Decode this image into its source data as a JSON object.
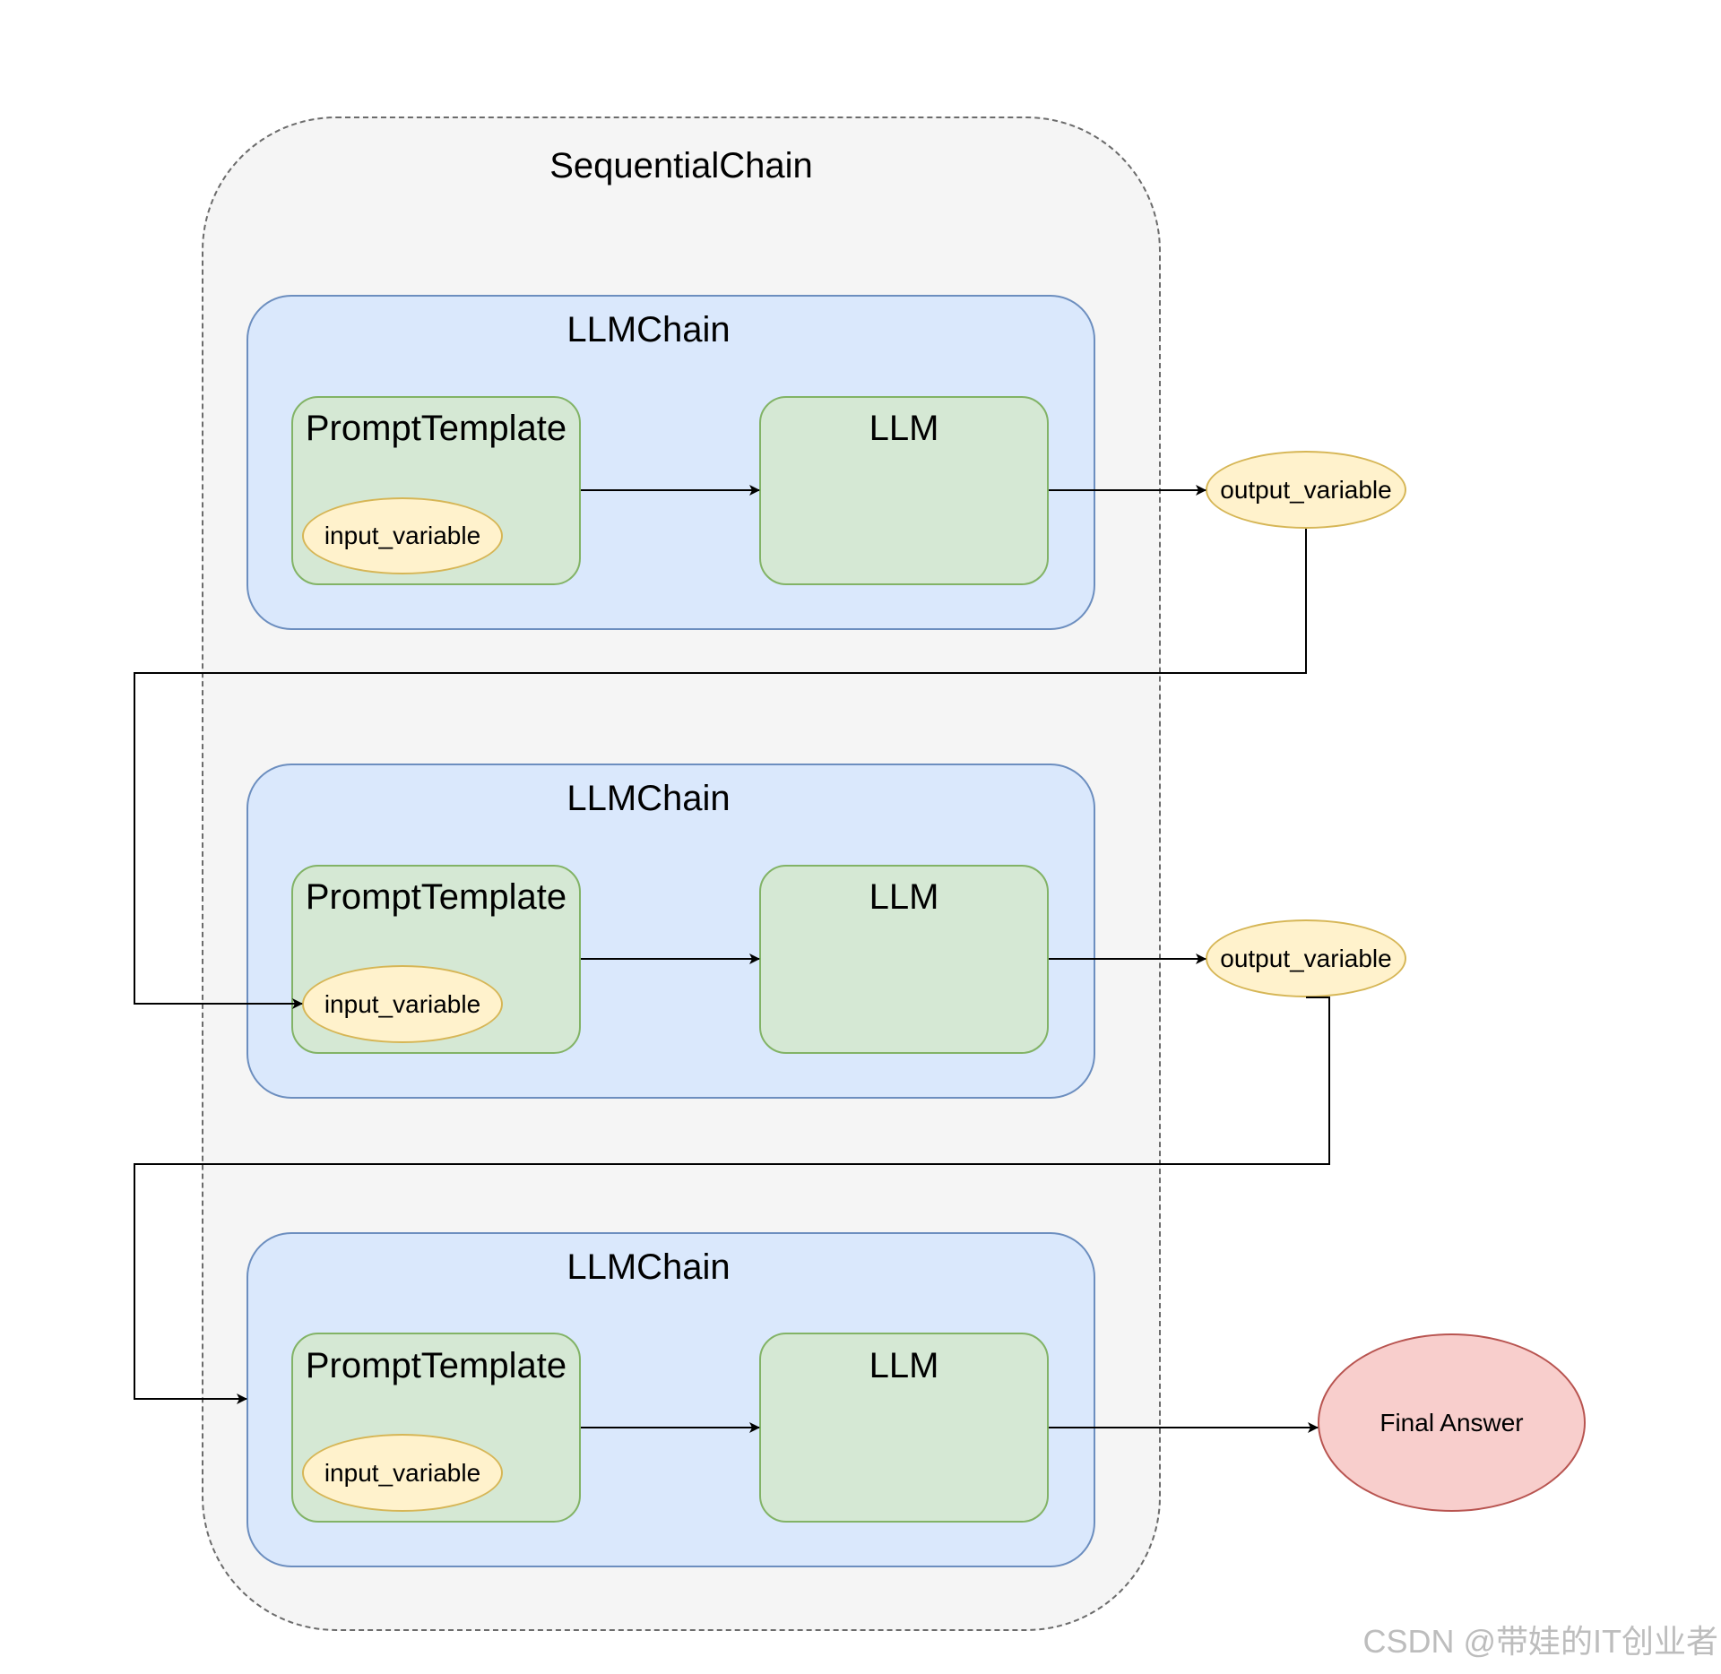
{
  "diagram": {
    "title": "SequentialChain",
    "chains": [
      {
        "title": "LLMChain",
        "prompt_title": "PromptTemplate",
        "input_label": "input_variable",
        "llm_title": "LLM",
        "output_label": "output_variable"
      },
      {
        "title": "LLMChain",
        "prompt_title": "PromptTemplate",
        "input_label": "input_variable",
        "llm_title": "LLM",
        "output_label": "output_variable"
      },
      {
        "title": "LLMChain",
        "prompt_title": "PromptTemplate",
        "input_label": "input_variable",
        "llm_title": "LLM"
      }
    ],
    "final_label": "Final Answer",
    "watermark": "CSDN @带娃的IT创业者"
  },
  "colors": {
    "outer_fill": "#f5f5f5",
    "outer_stroke": "#6b6b6b",
    "chain_fill": "#dae8fc",
    "chain_stroke": "#6c8ebf",
    "component_fill": "#d5e8d4",
    "component_stroke": "#82b366",
    "variable_fill": "#fff2cc",
    "variable_stroke": "#d6b656",
    "final_fill": "#f8cecc",
    "final_stroke": "#b85450",
    "connector": "#000000"
  }
}
